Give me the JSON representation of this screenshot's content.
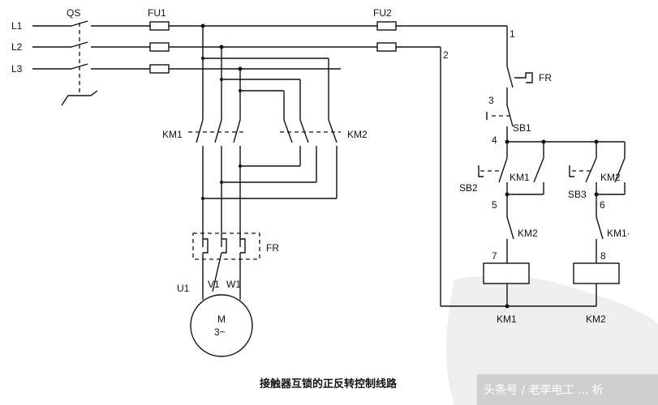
{
  "labels": {
    "l1": "L1",
    "l2": "L2",
    "l3": "L3",
    "qs": "QS",
    "fu1": "FU1",
    "fu2": "FU2",
    "node1": "1",
    "node2": "2",
    "node3": "3",
    "node4": "4",
    "node5": "5",
    "node6": "6",
    "node7": "7",
    "node8": "8",
    "fr_control": "FR",
    "fr_main": "FR",
    "sb1": "SB1",
    "sb2": "SB2",
    "sb3": "SB3",
    "km1_main": "KM1",
    "km2_main": "KM2",
    "km1_sb2_contact": "KM1",
    "km2_sb3_contact": "KM2",
    "km2_interlock": "KM2",
    "km1_interlock": "KM1·",
    "km1_coil": "KM1",
    "km2_coil": "KM2",
    "u1": "U1",
    "v1": "V1",
    "w1": "W1",
    "motor_m": "M",
    "motor_3": "3~"
  },
  "caption": "接触器互锁的正反转控制线路",
  "watermark": "头条号 / 老李电工 ... 析"
}
